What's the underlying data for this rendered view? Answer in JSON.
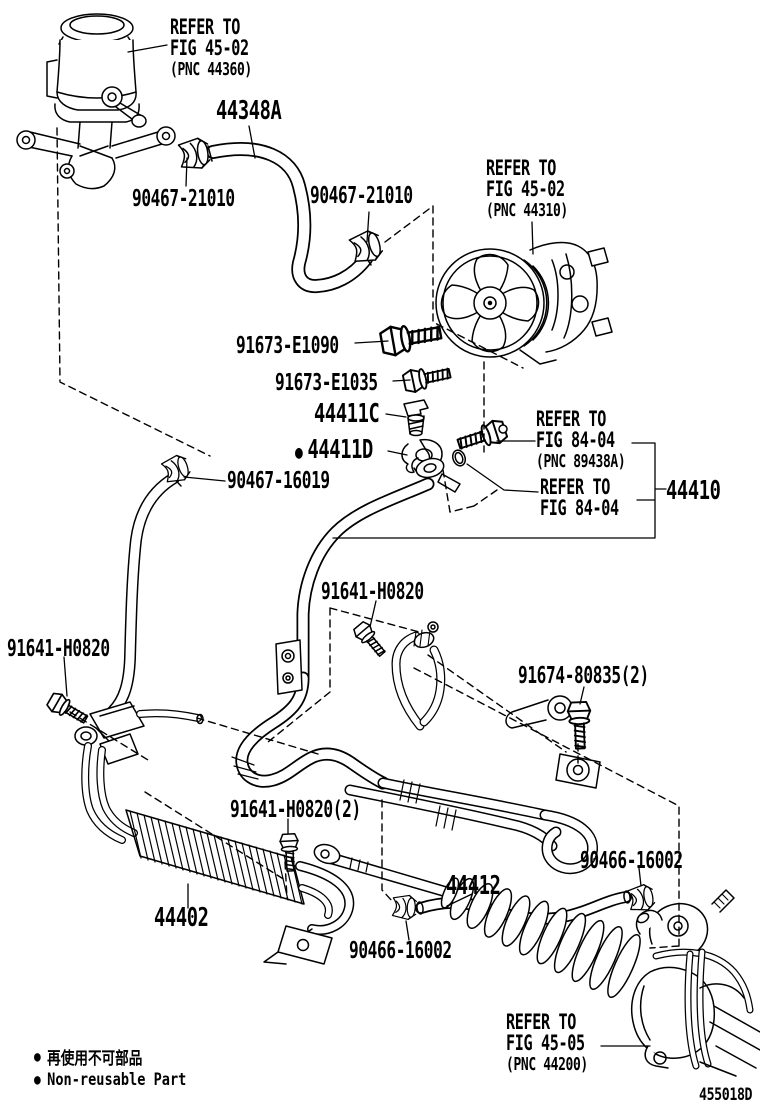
{
  "diagram": {
    "figure_code": "455018D",
    "line_color": "#000000",
    "background_color": "#ffffff",
    "bullet": "●",
    "legend": {
      "jp": "再使用不可部品",
      "en": "Non-reusable Part"
    },
    "refs": {
      "reservoir": {
        "l1": "REFER TO",
        "l2": "FIG 45-02",
        "l3": "(PNC 44360)"
      },
      "pump": {
        "l1": "REFER TO",
        "l2": "FIG 45-02",
        "l3": "(PNC 44310)"
      },
      "union": {
        "l1": "REFER TO",
        "l2": "FIG 84-04",
        "l3": "(PNC 89438A)"
      },
      "oring": {
        "l1": "REFER TO",
        "l2": "FIG 84-04"
      },
      "rack": {
        "l1": "REFER TO",
        "l2": "FIG 45-05",
        "l3": "(PNC 44200)"
      }
    },
    "parts": {
      "hose_upper": "44348A",
      "clamp_upper_left": "90467-21010",
      "clamp_upper_right": "90467-21010",
      "bolt_pump_long": "91673-E1090",
      "bolt_pump_short": "91673-E1035",
      "union_bolt": "44411C",
      "clamp_44411d": "44411D",
      "clamp_return": "90467-16019",
      "tube_assy": "44410",
      "bolt_mid": "91641-H0820",
      "bolt_left": "91641-H0820",
      "bolt_rack": "91674-80835(2)",
      "bolt_cooler": "91641-H0820(2)",
      "cooler": "44402",
      "hose_lower": "44412",
      "clamp_lower_left": "90466-16002",
      "clamp_lower_right": "90466-16002"
    }
  }
}
